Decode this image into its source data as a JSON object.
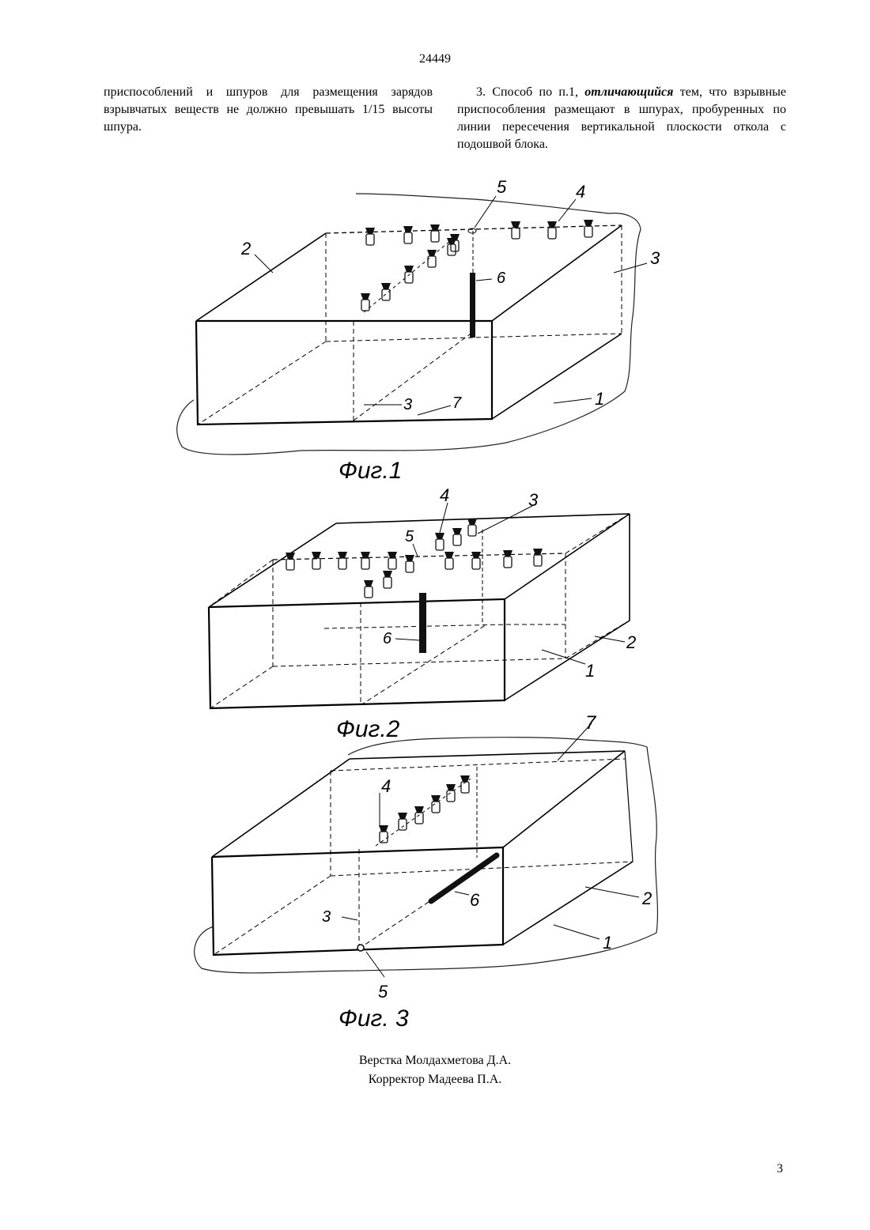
{
  "header": {
    "patent_number": "24449"
  },
  "left_column": {
    "text": "приспособлений и шпуров для размещения зарядов взрывчатых веществ не должно превышать 1/15 высоты шпура."
  },
  "right_column": {
    "prefix": "3. Способ по п.1, ",
    "emphasis": "отличающийся",
    "suffix": " тем, что взрывные приспособления размещают в шпурах, пробуренных по линии пересечения вертикальной плоскости откола с подошвой блока."
  },
  "figures": [
    {
      "caption": "Фиг.1",
      "labels": {
        "l1": "1",
        "l2": "2",
        "l3a": "3",
        "l3b": "3",
        "l4": "4",
        "l5": "5",
        "l6": "6",
        "l7": "7"
      }
    },
    {
      "caption": "Фиг.2",
      "labels": {
        "l1": "1",
        "l2": "2",
        "l3": "3",
        "l4": "4",
        "l5": "5",
        "l6": "6"
      }
    },
    {
      "caption": "Фиг. 3",
      "labels": {
        "l1": "1",
        "l2": "2",
        "l3": "3",
        "l4": "4",
        "l5": "5",
        "l6": "6",
        "l7": "7"
      }
    }
  ],
  "credits": {
    "layout": "Верстка Молдахметова Д.А.",
    "corrector": "Корректор Мадеева П.А."
  },
  "footer": {
    "page_number": "3"
  }
}
